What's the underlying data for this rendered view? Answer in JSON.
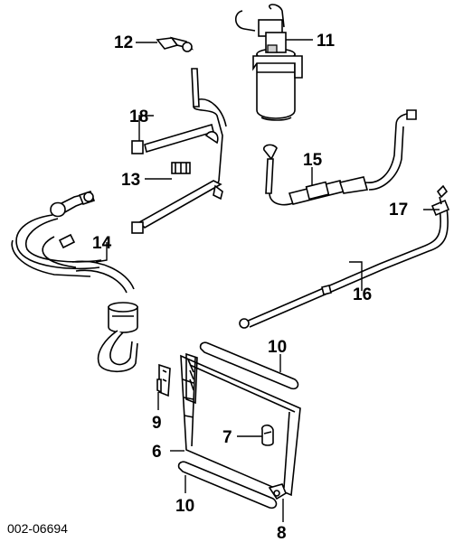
{
  "diagram": {
    "part_number": "002-06694",
    "callouts": {
      "c6": "6",
      "c7": "7",
      "c8": "8",
      "c9": "9",
      "c10_top": "10",
      "c10_bottom": "10",
      "c11": "11",
      "c12": "12",
      "c13": "13",
      "c14": "14",
      "c15": "15",
      "c16": "16",
      "c17": "17",
      "c18": "18"
    }
  }
}
